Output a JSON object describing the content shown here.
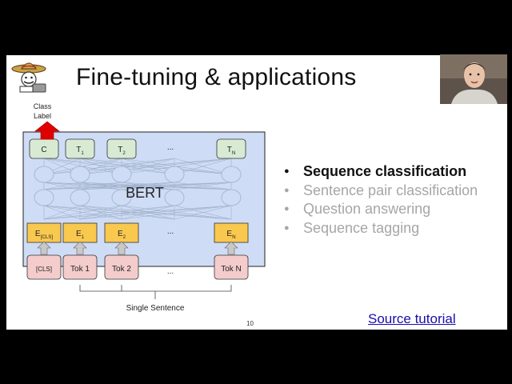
{
  "slide": {
    "title": "Fine-tuning & applications",
    "page_number": "10",
    "source_link": "Source tutorial",
    "bullets": [
      {
        "text": "Sequence classification",
        "active": true
      },
      {
        "text": "Sentence pair classification",
        "active": false
      },
      {
        "text": "Question answering",
        "active": false
      },
      {
        "text": "Sequence tagging",
        "active": false
      }
    ]
  },
  "diagram": {
    "class_label": [
      "Class",
      "Label"
    ],
    "model_label": "BERT",
    "ellipsis": "...",
    "sentence_label": "Single Sentence",
    "outputs": [
      {
        "main": "C",
        "sub": ""
      },
      {
        "main": "T",
        "sub": "1"
      },
      {
        "main": "T",
        "sub": "2"
      },
      {
        "main": "T",
        "sub": "N"
      }
    ],
    "embeddings": [
      {
        "main": "E",
        "sub": "[CLS]"
      },
      {
        "main": "E",
        "sub": "1"
      },
      {
        "main": "E",
        "sub": "2"
      },
      {
        "main": "E",
        "sub": "N"
      }
    ],
    "tokens": [
      "[CLS]",
      "Tok 1",
      "Tok 2",
      "Tok N"
    ]
  },
  "colors": {
    "bert_block": "#cfdcf5",
    "output_box": "#d9ead3",
    "embedding_box": "#f9c84f",
    "token_box": "#f4cccc",
    "class_arrow": "#e00000",
    "link": "#1a0dab"
  }
}
